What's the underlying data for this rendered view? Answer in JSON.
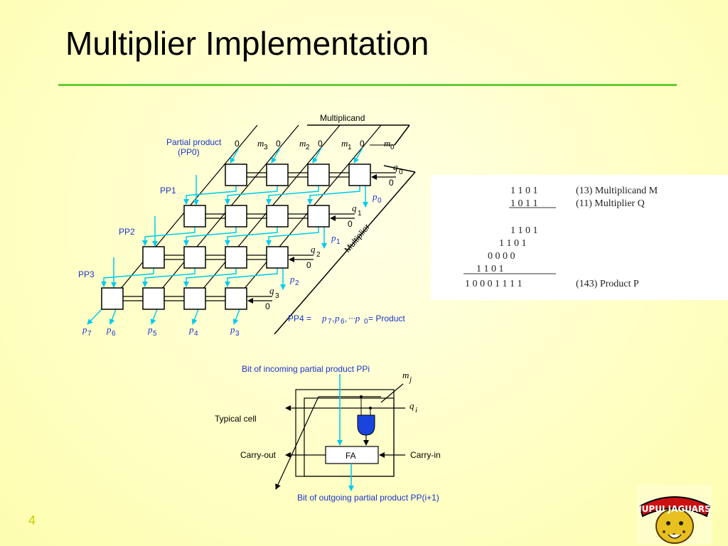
{
  "slide": {
    "title": "Multiplier Implementation",
    "number": "4",
    "accent_color": "#66cc33",
    "background_color": "#ffffcc"
  },
  "array_diagram": {
    "multiplicand_label": "Multiplicand",
    "multiplier_label": "Multiplier",
    "pp0_label_line1": "Partial product",
    "pp0_label_line2": "(PP0)",
    "pp_labels": [
      "PP1",
      "PP2",
      "PP3"
    ],
    "m_bits": [
      {
        "sym": "m",
        "sub": "3"
      },
      {
        "sym": "m",
        "sub": "2"
      },
      {
        "sym": "m",
        "sub": "1"
      },
      {
        "sym": "m",
        "sub": "0"
      }
    ],
    "pp0_bits": [
      "0",
      "0",
      "0",
      "0"
    ],
    "q_bits": [
      {
        "sym": "q",
        "sub": "0",
        "carry": "0"
      },
      {
        "sym": "q",
        "sub": "1",
        "carry": "0"
      },
      {
        "sym": "q",
        "sub": "2",
        "carry": "0"
      },
      {
        "sym": "q",
        "sub": "3",
        "carry": "0"
      }
    ],
    "p_right": [
      {
        "sym": "p",
        "sub": "0"
      },
      {
        "sym": "p",
        "sub": "1"
      },
      {
        "sym": "p",
        "sub": "2"
      }
    ],
    "p_bottom": [
      {
        "sym": "p",
        "sub": "7"
      },
      {
        "sym": "p",
        "sub": "6"
      },
      {
        "sym": "p",
        "sub": "5"
      },
      {
        "sym": "p",
        "sub": "4"
      },
      {
        "sym": "p",
        "sub": "3"
      }
    ],
    "pp4": {
      "lhs": "PP4 =",
      "p7": "p",
      "p7_sub": "7",
      "p6": "p",
      "p6_sub": "6",
      "dots": "···p",
      "p0_sub": "0",
      "rhs": "= Product"
    }
  },
  "cell_diagram": {
    "incoming_label": "Bit of incoming partial product PPi",
    "outgoing_label": "Bit of outgoing partial product PP(i+1)",
    "typical_cell_label": "Typical cell",
    "carry_out_label": "Carry-out",
    "carry_in_label": "Carry-in",
    "fa_label": "FA",
    "mj": {
      "sym": "m",
      "sub": "j"
    },
    "qi": {
      "sym": "q",
      "sub": "i"
    },
    "gate_color": "#1a44dd"
  },
  "example_table": {
    "rows": [
      {
        "bits": "1 1 0 1",
        "desc": "(13) Multiplicand M"
      },
      {
        "bits": "1 0 1 1",
        "desc": "(11) Multiplier Q"
      },
      {
        "bits": "1 1 0 1",
        "desc": ""
      },
      {
        "bits": "1 1 0 1",
        "desc": ""
      },
      {
        "bits": "0 0 0 0",
        "desc": ""
      },
      {
        "bits": "1 1 0 1",
        "desc": ""
      },
      {
        "bits": "1 0 0 0 1 1 1 1",
        "desc": "(143) Product P"
      }
    ]
  },
  "logo": {
    "text": "IUPUI JAGUARS"
  }
}
